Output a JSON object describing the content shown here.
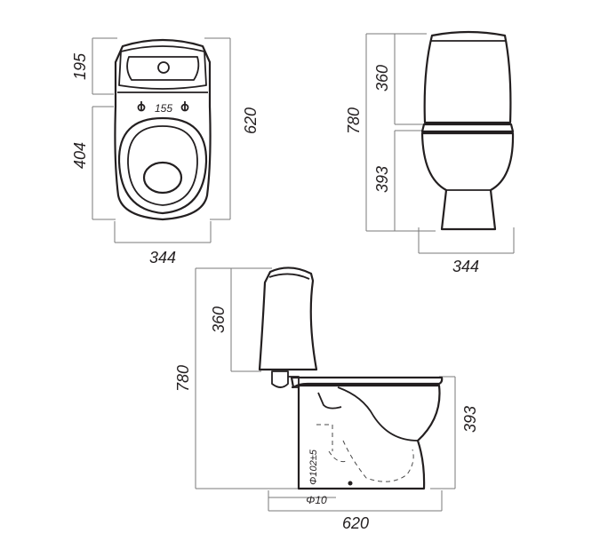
{
  "colors": {
    "line": "#231f20",
    "dimension": "#7a7a7a",
    "background": "#ffffff"
  },
  "top_view": {
    "tank_depth": "195",
    "bowl_depth": "404",
    "total_length": "620",
    "width": "344",
    "hole_spacing": "155"
  },
  "front_view": {
    "tank_height": "360",
    "bowl_height": "393",
    "total_height": "780",
    "width": "344"
  },
  "side_view": {
    "tank_height": "360",
    "total_height": "780",
    "seat_height": "393",
    "outlet_height": "Φ102±5",
    "bolt_diameter": "Φ10",
    "total_length": "620"
  }
}
